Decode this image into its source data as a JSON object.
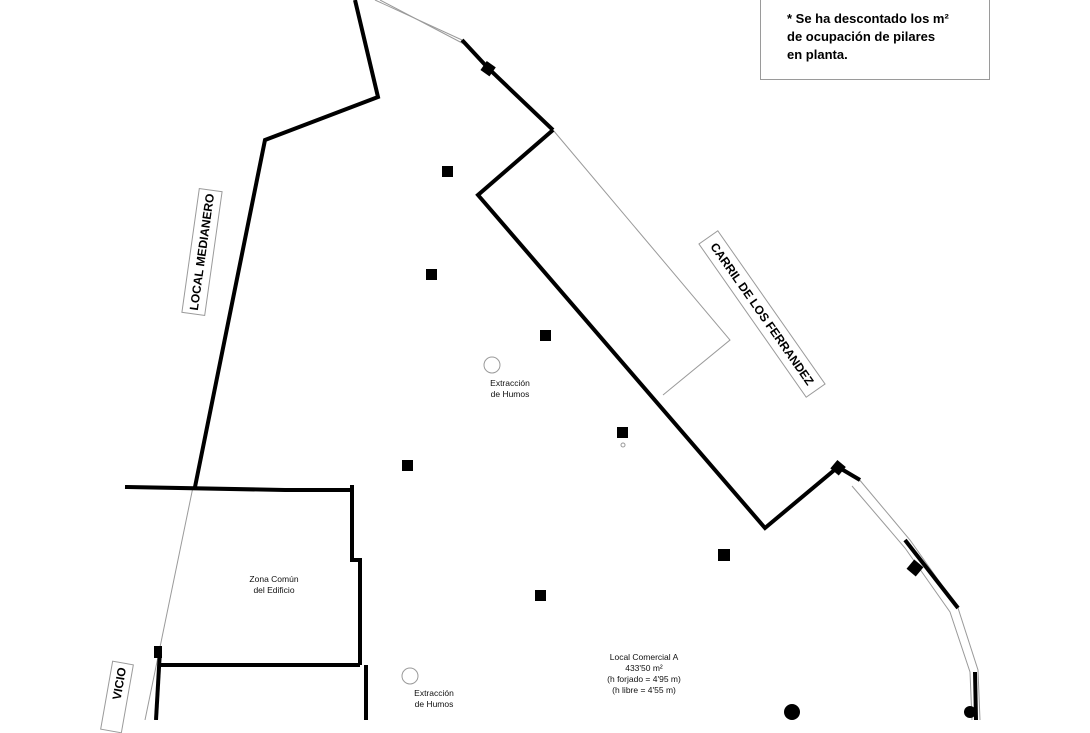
{
  "note": {
    "line1": "* Se ha descontado los m²",
    "line2": "de ocupación de pilares",
    "line3": "en planta."
  },
  "labels": {
    "local_medianero": "LOCAL MEDIANERO",
    "carril": "CARRIL DE LOS FERRANDEZ",
    "servicio_partial": "VICIO",
    "extraccion_1_line1": "Extracción",
    "extraccion_1_line2": "de Humos",
    "extraccion_2_line1": "Extracción",
    "extraccion_2_line2": "de Humos",
    "zona_comun_line1": "Zona Común",
    "zona_comun_line2": "del Edificio",
    "local_line1": "Local Comercial A",
    "local_line2": "433'50 m²",
    "local_line3": "(h forjado = 4'95 m)",
    "local_line4": "(h libre = 4'55 m)"
  },
  "colors": {
    "wall": "#000000",
    "thin_line": "#9a9a9a",
    "background": "#ffffff"
  }
}
